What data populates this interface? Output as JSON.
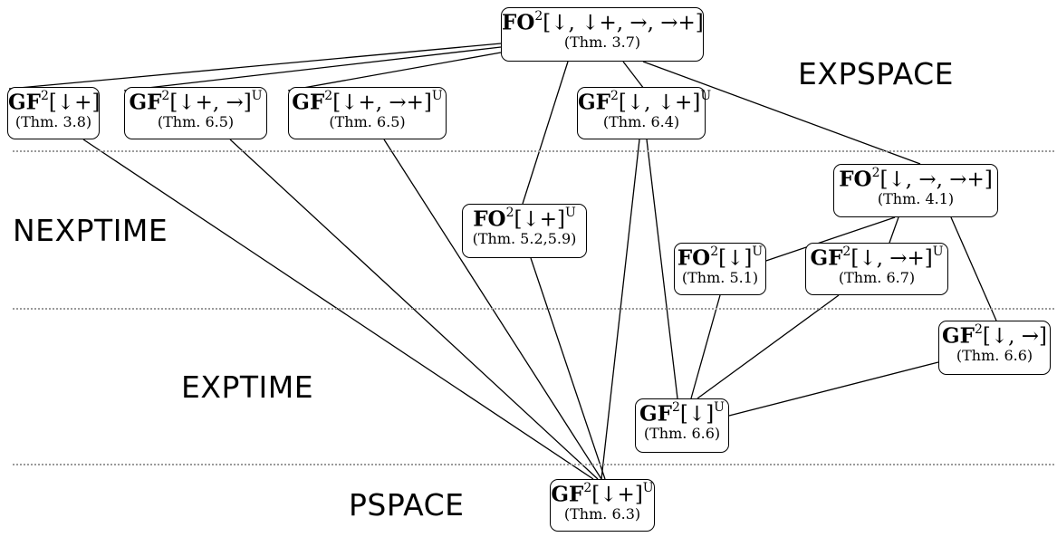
{
  "complexity_classes": [
    {
      "id": "expspace",
      "label": "EXPSPACE"
    },
    {
      "id": "nexptime",
      "label": "NEXPTIME"
    },
    {
      "id": "exptime",
      "label": "EXPTIME"
    },
    {
      "id": "pspace",
      "label": "PSPACE"
    }
  ],
  "nodes": [
    {
      "id": "n1",
      "logic": "FO",
      "exp": "2",
      "args": "↓, ↓+, →, →+",
      "suffix": "",
      "ref": "(Thm. 3.7)"
    },
    {
      "id": "n2",
      "logic": "GF",
      "exp": "2",
      "args": "↓+",
      "suffix": "",
      "ref": "(Thm. 3.8)"
    },
    {
      "id": "n3",
      "logic": "GF",
      "exp": "2",
      "args": "↓+, →",
      "suffix": "U",
      "ref": "(Thm. 6.5)"
    },
    {
      "id": "n4",
      "logic": "GF",
      "exp": "2",
      "args": "↓+, →+",
      "suffix": "U",
      "ref": "(Thm. 6.5)"
    },
    {
      "id": "n5",
      "logic": "GF",
      "exp": "2",
      "args": "↓, ↓+",
      "suffix": "U",
      "ref": "(Thm. 6.4)"
    },
    {
      "id": "n6",
      "logic": "FO",
      "exp": "2",
      "args": "↓, →, →+",
      "suffix": "",
      "ref": "(Thm. 4.1)"
    },
    {
      "id": "n7",
      "logic": "FO",
      "exp": "2",
      "args": "↓+",
      "suffix": "U",
      "ref": "(Thm. 5.2,5.9)"
    },
    {
      "id": "n8",
      "logic": "FO",
      "exp": "2",
      "args": "↓",
      "suffix": "U",
      "ref": "(Thm. 5.1)"
    },
    {
      "id": "n9",
      "logic": "GF",
      "exp": "2",
      "args": "↓, →+",
      "suffix": "U",
      "ref": "(Thm. 6.7)"
    },
    {
      "id": "n10",
      "logic": "GF",
      "exp": "2",
      "args": "↓, →",
      "suffix": "",
      "ref": "(Thm. 6.6)"
    },
    {
      "id": "n11",
      "logic": "GF",
      "exp": "2",
      "args": "↓",
      "suffix": "U",
      "ref": "(Thm. 6.6)"
    },
    {
      "id": "n12",
      "logic": "GF",
      "exp": "2",
      "args": "↓+",
      "suffix": "U",
      "ref": "(Thm. 6.3)"
    }
  ],
  "edges": [
    [
      "n1",
      "n2"
    ],
    [
      "n1",
      "n3"
    ],
    [
      "n1",
      "n4"
    ],
    [
      "n1",
      "n5"
    ],
    [
      "n1",
      "n6"
    ],
    [
      "n1",
      "n7"
    ],
    [
      "n2",
      "n12"
    ],
    [
      "n3",
      "n12"
    ],
    [
      "n4",
      "n12"
    ],
    [
      "n5",
      "n12"
    ],
    [
      "n5",
      "n11"
    ],
    [
      "n7",
      "n12"
    ],
    [
      "n6",
      "n8"
    ],
    [
      "n6",
      "n9"
    ],
    [
      "n6",
      "n10"
    ],
    [
      "n8",
      "n11"
    ],
    [
      "n9",
      "n11"
    ],
    [
      "n10",
      "n11"
    ]
  ]
}
